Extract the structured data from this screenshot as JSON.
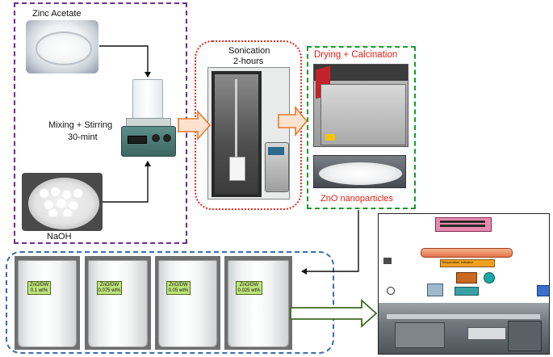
{
  "steps": {
    "mixing": {
      "reagent_top": "Zinc Acetate",
      "process_line1": "Mixing + Stirring",
      "process_line2": "30-mint",
      "reagent_bottom": "NaOH"
    },
    "sonication": {
      "line1": "Sonication",
      "line2": "2-hours"
    },
    "drying": {
      "title": "Drying + Calcination",
      "product": "ZnO nanoparticles"
    }
  },
  "samples": [
    {
      "line1": "ZnO/DW",
      "line2": "0.1 wt%"
    },
    {
      "line1": "ZnO/DW",
      "line2": "0.075 wt%"
    },
    {
      "line1": "ZnO/DW",
      "line2": "0.05 wt%"
    },
    {
      "line1": "ZnO/DW",
      "line2": "0.025 wt%"
    }
  ],
  "rig": {
    "indicator_label": "Temperature Indicator"
  },
  "colors": {
    "mixing_border": "#6b2d91",
    "sonication_border": "#e8281e",
    "drying_border": "#1a9a2e",
    "samples_border": "#3a6cb0",
    "drying_text": "#e2231a",
    "arrow_orange": "#e9782a",
    "arrow_green": "#3f6b23"
  }
}
